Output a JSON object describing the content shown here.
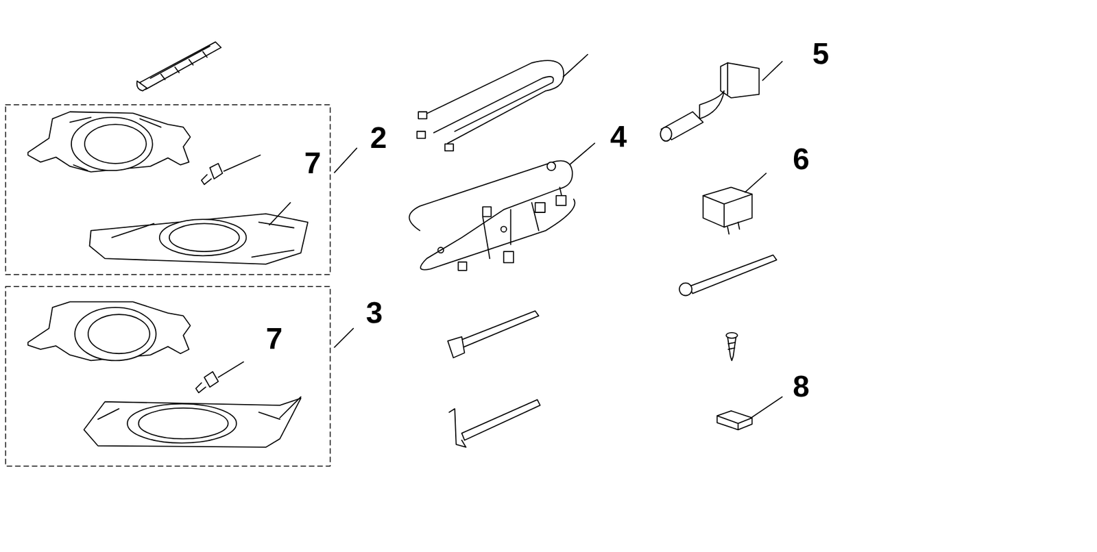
{
  "diagram": {
    "labels": [
      "5",
      "2",
      "4",
      "7",
      "6",
      "3",
      "7",
      "8"
    ]
  }
}
